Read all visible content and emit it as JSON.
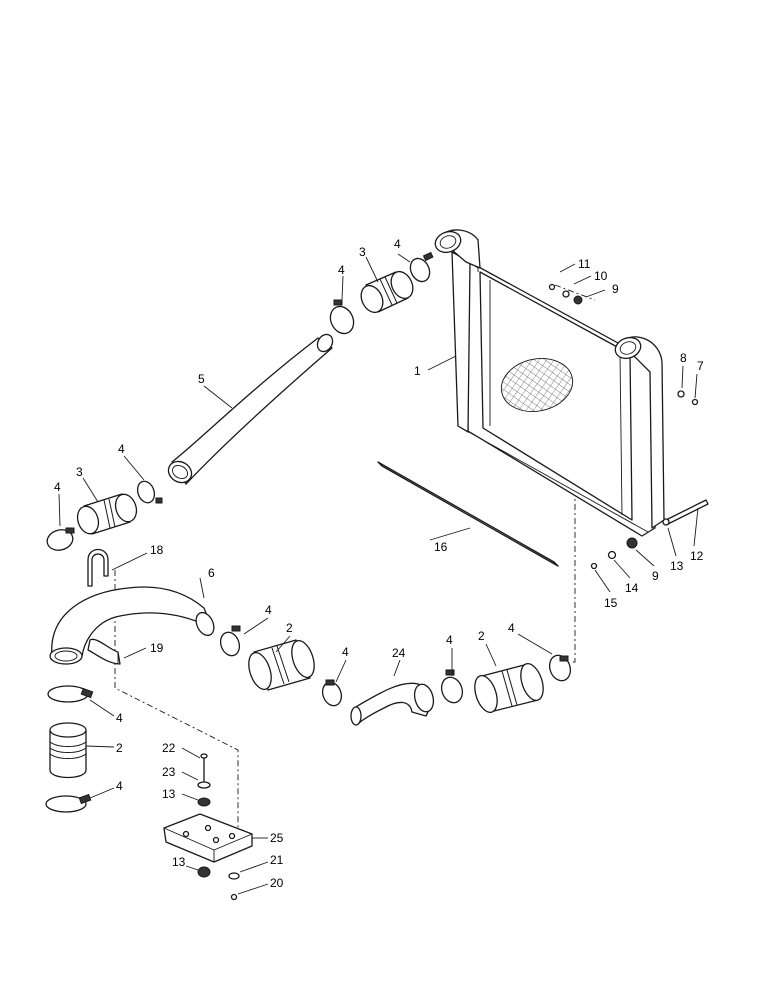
{
  "callouts": [
    "1",
    "2",
    "3",
    "4",
    "5",
    "6",
    "7",
    "8",
    "9",
    "10",
    "11",
    "12",
    "13",
    "14",
    "15",
    "16",
    "18",
    "19",
    "20",
    "21",
    "22",
    "23",
    "24",
    "25"
  ]
}
